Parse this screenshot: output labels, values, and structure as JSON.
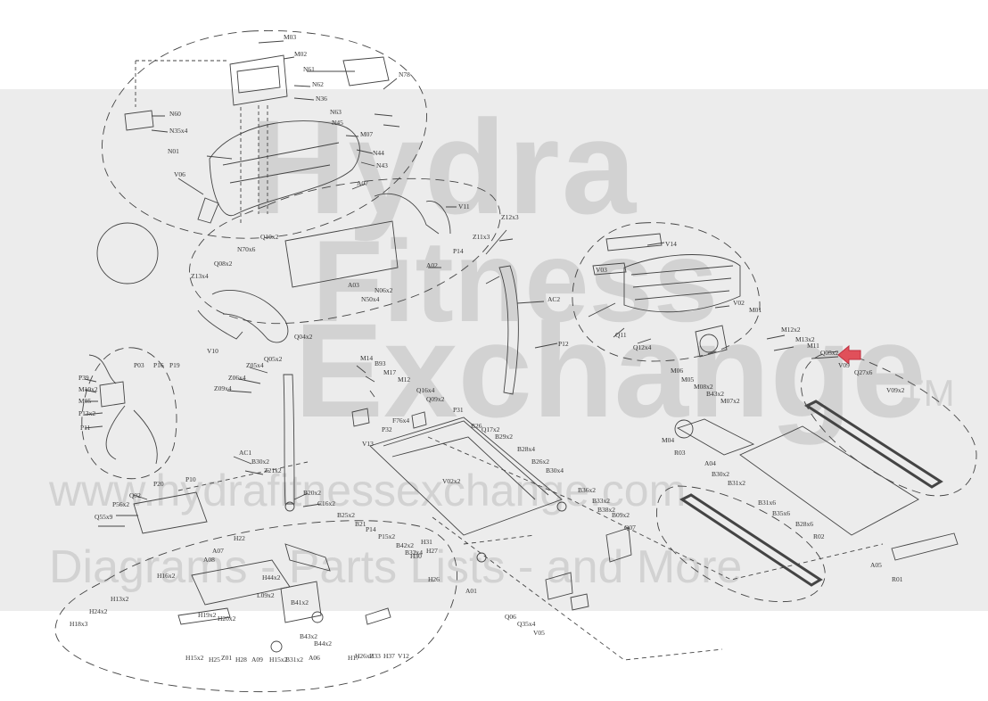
{
  "watermark": {
    "line1": "Hydra",
    "line2": "Fitness",
    "line3": "Exchange",
    "trademark": "TM",
    "line4": "www.hydrafitnessexchange.com",
    "line5": "Diagrams - Parts Lists - and More"
  },
  "colors": {
    "arrow": "#e0505a",
    "band": "#ececec",
    "ink": "#333333"
  },
  "highlight": {
    "icon": "arrow-icon",
    "points_to": "Q05x2"
  },
  "labels": [
    {
      "id": "M03",
      "text": "M03"
    },
    {
      "id": "M02",
      "text": "M02"
    },
    {
      "id": "N61",
      "text": "N61"
    },
    {
      "id": "N78",
      "text": "N78"
    },
    {
      "id": "N60",
      "text": "N60"
    },
    {
      "id": "N35x4",
      "text": "N35x4"
    },
    {
      "id": "N62",
      "text": "N62"
    },
    {
      "id": "N36",
      "text": "N36"
    },
    {
      "id": "N63",
      "text": "N63"
    },
    {
      "id": "N45",
      "text": "N45"
    },
    {
      "id": "M07",
      "text": "M07"
    },
    {
      "id": "N44",
      "text": "N44"
    },
    {
      "id": "N43",
      "text": "N43"
    },
    {
      "id": "N01",
      "text": "N01"
    },
    {
      "id": "V06",
      "text": "V06"
    },
    {
      "id": "A07",
      "text": "A07"
    },
    {
      "id": "V11",
      "text": "V11"
    },
    {
      "id": "A02",
      "text": "A02"
    },
    {
      "id": "Q10x2",
      "text": "Q10x2"
    },
    {
      "id": "N70x6",
      "text": "N70x6"
    },
    {
      "id": "Q08x2",
      "text": "Q08x2"
    },
    {
      "id": "Z13x4",
      "text": "Z13x4"
    },
    {
      "id": "N06x2",
      "text": "N06x2"
    },
    {
      "id": "N50x4",
      "text": "N50x4"
    },
    {
      "id": "A03",
      "text": "A03"
    },
    {
      "id": "Q04x2",
      "text": "Q04x2"
    },
    {
      "id": "V10",
      "text": "V10"
    },
    {
      "id": "Q05x2",
      "text": "Q05x2"
    },
    {
      "id": "Z12x3",
      "text": "Z12x3"
    },
    {
      "id": "Z11x3",
      "text": "Z11x3"
    },
    {
      "id": "P14",
      "text": "P14"
    },
    {
      "id": "AC2",
      "text": "AC2"
    },
    {
      "id": "P12",
      "text": "P12"
    },
    {
      "id": "V14",
      "text": "V14"
    },
    {
      "id": "V03",
      "text": "V03"
    },
    {
      "id": "V02",
      "text": "V02"
    },
    {
      "id": "M01",
      "text": "M01"
    },
    {
      "id": "Q11",
      "text": "Q11"
    },
    {
      "id": "Q12x4",
      "text": "Q12x4"
    },
    {
      "id": "M12x2",
      "text": "M12x2"
    },
    {
      "id": "M13x2",
      "text": "M13x2"
    },
    {
      "id": "M11",
      "text": "M11"
    },
    {
      "id": "M06",
      "text": "M06"
    },
    {
      "id": "M05",
      "text": "M05"
    },
    {
      "id": "M08x2",
      "text": "M08x2"
    },
    {
      "id": "B43x2",
      "text": "B43x2"
    },
    {
      "id": "M07x2",
      "text": "M07x2"
    },
    {
      "id": "Q05x2b",
      "text": "Q05x2"
    },
    {
      "id": "V09",
      "text": "V09"
    },
    {
      "id": "Q27x6",
      "text": "Q27x6"
    },
    {
      "id": "V09x2",
      "text": "V09x2"
    },
    {
      "id": "P39",
      "text": "P39"
    },
    {
      "id": "M19x2",
      "text": "M19x2"
    },
    {
      "id": "M05b",
      "text": "M05"
    },
    {
      "id": "P13x2",
      "text": "P13x2"
    },
    {
      "id": "P11",
      "text": "P11"
    },
    {
      "id": "P03",
      "text": "P03"
    },
    {
      "id": "P16",
      "text": "P16"
    },
    {
      "id": "P19",
      "text": "P19"
    },
    {
      "id": "P10",
      "text": "P10"
    },
    {
      "id": "P20",
      "text": "P20"
    },
    {
      "id": "Z05x4",
      "text": "Z05x4"
    },
    {
      "id": "Z06x4",
      "text": "Z06x4"
    },
    {
      "id": "Z09x4",
      "text": "Z09x4"
    },
    {
      "id": "M14",
      "text": "M14"
    },
    {
      "id": "B93",
      "text": "B93"
    },
    {
      "id": "M17",
      "text": "M17"
    },
    {
      "id": "M12",
      "text": "M12"
    },
    {
      "id": "AC1",
      "text": "AC1"
    },
    {
      "id": "B30x2",
      "text": "B30x2"
    },
    {
      "id": "Z21x2",
      "text": "Z21x2"
    },
    {
      "id": "B20x2",
      "text": "B20x2"
    },
    {
      "id": "C16x2",
      "text": "C16x2"
    },
    {
      "id": "Q02",
      "text": "Q02"
    },
    {
      "id": "P56x2",
      "text": "P56x2"
    },
    {
      "id": "Q55x9",
      "text": "Q55x9"
    },
    {
      "id": "Q16x4",
      "text": "Q16x4"
    },
    {
      "id": "Q09x2",
      "text": "Q09x2"
    },
    {
      "id": "P31",
      "text": "P31"
    },
    {
      "id": "V13",
      "text": "V13"
    },
    {
      "id": "F76x4",
      "text": "F76x4"
    },
    {
      "id": "P32",
      "text": "P32"
    },
    {
      "id": "B26",
      "text": "B26"
    },
    {
      "id": "Q17x2",
      "text": "Q17x2"
    },
    {
      "id": "B29x2",
      "text": "B29x2"
    },
    {
      "id": "B28x4",
      "text": "B28x4"
    },
    {
      "id": "B26x2",
      "text": "B26x2"
    },
    {
      "id": "B30x4",
      "text": "B30x4"
    },
    {
      "id": "V02x2",
      "text": "V02x2"
    },
    {
      "id": "B36x2",
      "text": "B36x2"
    },
    {
      "id": "B25x2",
      "text": "B25x2"
    },
    {
      "id": "B21",
      "text": "B21"
    },
    {
      "id": "P14b",
      "text": "P14"
    },
    {
      "id": "P15x2",
      "text": "P15x2"
    },
    {
      "id": "B42x2",
      "text": "B42x2"
    },
    {
      "id": "B32x4",
      "text": "B32x4"
    },
    {
      "id": "B33x2",
      "text": "B33x2"
    },
    {
      "id": "B38x2",
      "text": "B38x2"
    },
    {
      "id": "B09x2",
      "text": "B09x2"
    },
    {
      "id": "Q07",
      "text": "Q07"
    },
    {
      "id": "A01",
      "text": "A01"
    },
    {
      "id": "M04",
      "text": "M04"
    },
    {
      "id": "R03",
      "text": "R03"
    },
    {
      "id": "A04",
      "text": "A04"
    },
    {
      "id": "B30x2b",
      "text": "B30x2"
    },
    {
      "id": "B31x2",
      "text": "B31x2"
    },
    {
      "id": "B31x6",
      "text": "B31x6"
    },
    {
      "id": "B35x6",
      "text": "B35x6"
    },
    {
      "id": "B28x6",
      "text": "B28x6"
    },
    {
      "id": "R02",
      "text": "R02"
    },
    {
      "id": "A05",
      "text": "A05"
    },
    {
      "id": "R01",
      "text": "R01"
    },
    {
      "id": "H22",
      "text": "H22"
    },
    {
      "id": "A07b",
      "text": "A07"
    },
    {
      "id": "A08",
      "text": "A08"
    },
    {
      "id": "H16x2",
      "text": "H16x2"
    },
    {
      "id": "H13x2",
      "text": "H13x2"
    },
    {
      "id": "H24x2",
      "text": "H24x2"
    },
    {
      "id": "H18x3",
      "text": "H18x3"
    },
    {
      "id": "H19x2",
      "text": "H19x2"
    },
    {
      "id": "H20x2",
      "text": "H20x2"
    },
    {
      "id": "H15x2",
      "text": "H15x2"
    },
    {
      "id": "H25",
      "text": "H25"
    },
    {
      "id": "Z01",
      "text": "Z01"
    },
    {
      "id": "H28",
      "text": "H28"
    },
    {
      "id": "A09",
      "text": "A09"
    },
    {
      "id": "H44x2",
      "text": "H44x2"
    },
    {
      "id": "L09x2",
      "text": "L09x2"
    },
    {
      "id": "B41x2",
      "text": "B41x2"
    },
    {
      "id": "B43x2b",
      "text": "B43x2"
    },
    {
      "id": "B44x2",
      "text": "B44x2"
    },
    {
      "id": "H15x2b",
      "text": "H15x2"
    },
    {
      "id": "B31x2c",
      "text": "B31x2"
    },
    {
      "id": "H31",
      "text": "H31"
    },
    {
      "id": "H27",
      "text": "H27"
    },
    {
      "id": "H26",
      "text": "H26"
    },
    {
      "id": "H26x2",
      "text": "H26x2"
    },
    {
      "id": "H33",
      "text": "H33"
    },
    {
      "id": "H37",
      "text": "H37"
    },
    {
      "id": "V12",
      "text": "V12"
    },
    {
      "id": "Q06",
      "text": "Q06"
    },
    {
      "id": "Q35x4",
      "text": "Q35x4"
    },
    {
      "id": "V05",
      "text": "V05"
    },
    {
      "id": "A06",
      "text": "A06"
    },
    {
      "id": "H17",
      "text": "H17"
    },
    {
      "id": "H30",
      "text": "H30"
    }
  ]
}
